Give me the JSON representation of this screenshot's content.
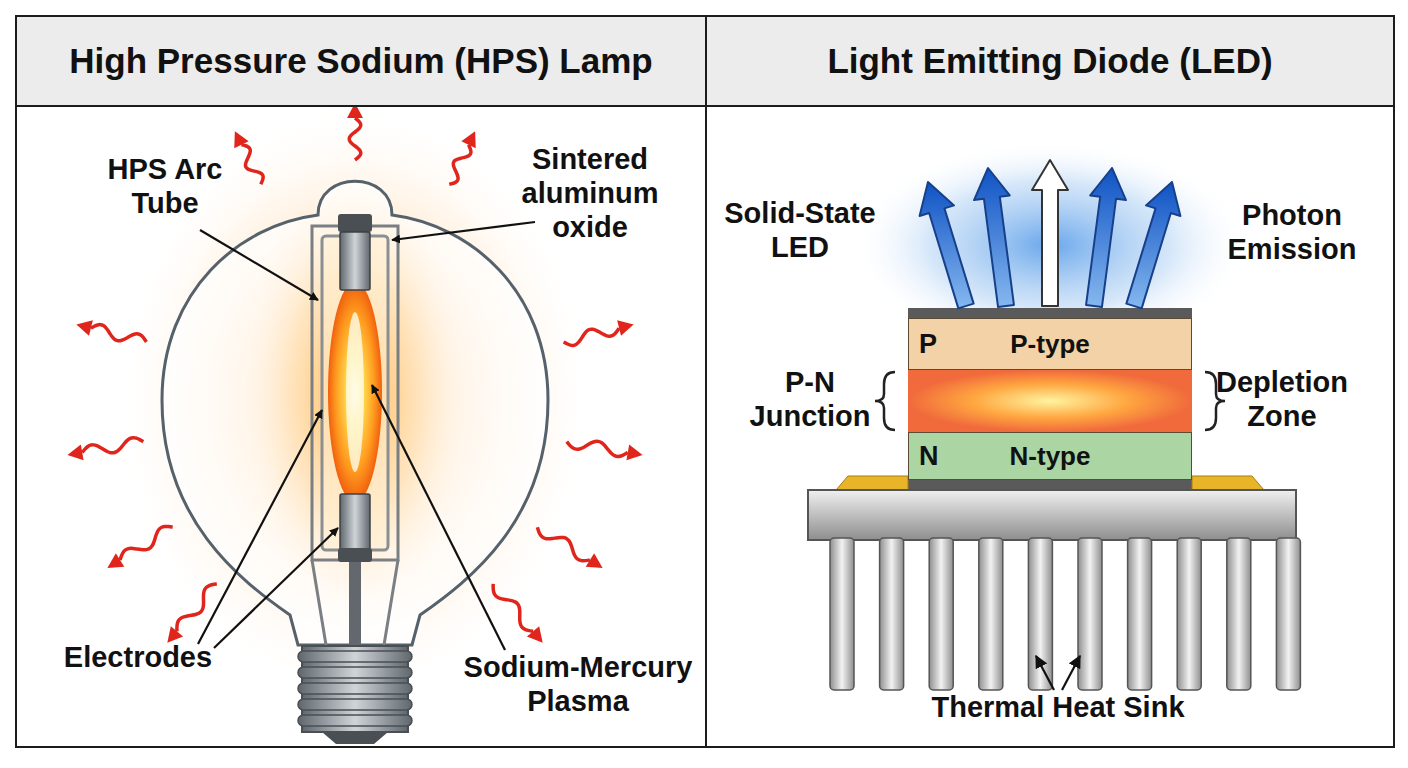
{
  "diagram": {
    "nodes": [
      {
        "text": [
          "High Pressure Sodium (HPS) Lamp"
        ]
      },
      {
        "text": [
          "Light Emitting Diode (LED)"
        ]
      },
      {
        "text": [
          "P",
          "P-type"
        ],
        "in": 1
      },
      {
        "text": [
          "N",
          "N-type"
        ],
        "in": 1
      }
    ],
    "labels": [
      "HPS Arc Tube",
      "Sintered aluminum oxide",
      "Electrodes",
      "Sodium-Mercury Plasma",
      "Solid-State LED",
      "Photon Emission",
      "P-N Junction",
      "Depletion Zone",
      "Thermal Heat Sink"
    ]
  }
}
